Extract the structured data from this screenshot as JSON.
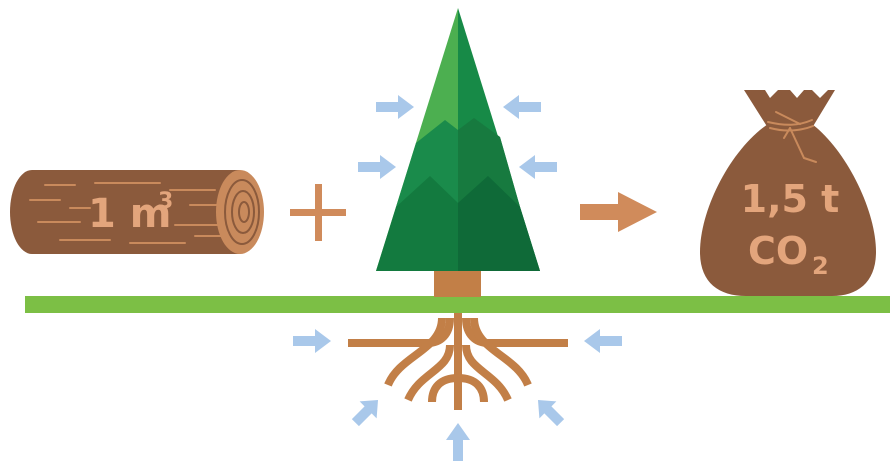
{
  "log": {
    "volume_number": "1 m",
    "volume_exponent": "3"
  },
  "plus_symbol": "+",
  "bag": {
    "mass": "1,5 t",
    "gas": "CO",
    "gas_subscript": "2"
  },
  "colors": {
    "log_body": "#8b5a3c",
    "log_end": "#c98a5c",
    "log_grain": "#c98a5c",
    "label_on_brown": "#e3a57c",
    "plus": "#d08b5b",
    "arrow_main": "#d08b5b",
    "intake_arrows": "#a9c8ea",
    "ground": "#7cbf45",
    "roots": "#c27f47",
    "trunk": "#c27f47",
    "tree_light": "#4caf50",
    "tree_mid": "#178a47",
    "tree_dark": "#137a3f",
    "tree_darkest": "#0f6a38",
    "bag": "#8b5a3c"
  }
}
